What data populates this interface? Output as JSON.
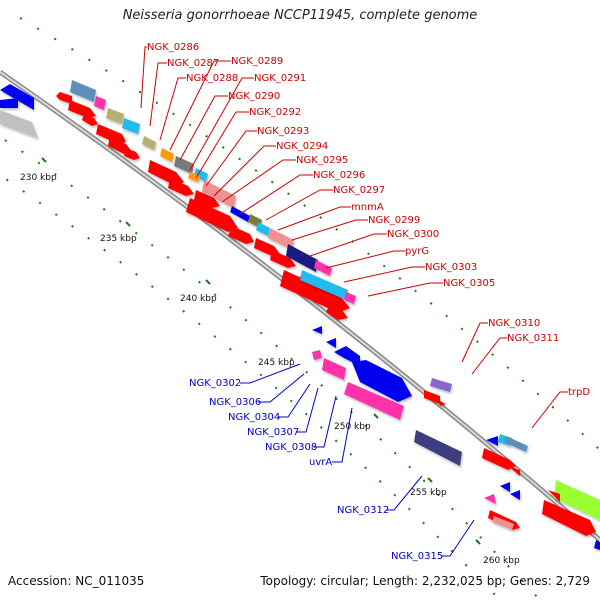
{
  "title": "Neisseria gonorrhoeae NCCP11945, complete genome",
  "footer": {
    "accession": "Accession: NC_011035",
    "summary": "Topology: circular; Length: 2,232,025 bp; Genes: 2,729"
  },
  "colors": {
    "forward_label": "#cc0000",
    "reverse_label": "#0000cc",
    "backbone": "#8a8a8a",
    "tick": "#1a7a1a",
    "forward_gene": "#ff0000",
    "reverse_gene": "#0000ee"
  },
  "scale": {
    "ticks": [
      {
        "label": "230 kbp"
      },
      {
        "label": "235 kbp"
      },
      {
        "label": "240 kbp"
      },
      {
        "label": "245 kbp"
      },
      {
        "label": "250 kbp"
      },
      {
        "label": "255 kbp"
      },
      {
        "label": "260 kbp"
      }
    ]
  },
  "forward_labels": [
    "NGK_0286",
    "NGK_0287",
    "NGK_0288",
    "NGK_0289",
    "NGK_0290",
    "NGK_0291",
    "NGK_0292",
    "NGK_0293",
    "NGK_0294",
    "NGK_0295",
    "NGK_0296",
    "NGK_0297",
    "mnmA",
    "NGK_0299",
    "NGK_0300",
    "pyrG",
    "NGK_0303",
    "NGK_0305",
    "NGK_0310",
    "NGK_0311",
    "trpD"
  ],
  "reverse_labels": [
    "NGK_0302",
    "NGK_0306",
    "NGK_0304",
    "NGK_0307",
    "NGK_0308",
    "uvrA",
    "NGK_0312",
    "NGK_0315"
  ]
}
